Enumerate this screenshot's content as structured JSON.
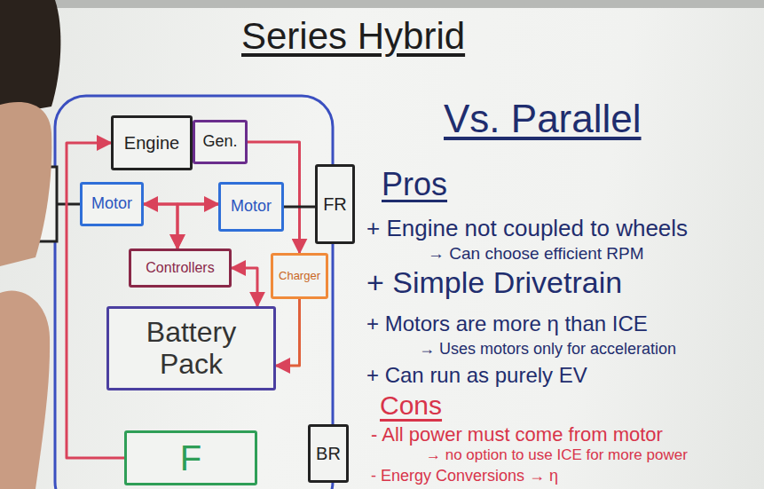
{
  "diagram": {
    "title": "Series Hybrid",
    "nodes": [
      {
        "text": [
          "Engine"
        ]
      },
      {
        "text": [
          "Gen."
        ]
      },
      {
        "text": [
          "Motor"
        ]
      },
      {
        "text": [
          "Motor"
        ]
      },
      {
        "text": [
          "FR"
        ]
      },
      {
        "text": [
          "Controllers"
        ]
      },
      {
        "text": [
          "Charger"
        ]
      },
      {
        "text": [
          "Battery Pack"
        ]
      },
      {
        "text": [
          "F"
        ]
      },
      {
        "text": [
          "BR"
        ]
      }
    ],
    "edges": [
      {
        "from": 8,
        "to": 0,
        "arrow": "to"
      },
      {
        "from": 1,
        "to": 6,
        "arrow": "to"
      },
      {
        "from": 6,
        "to": 7,
        "arrow": "to"
      },
      {
        "from": 2,
        "to": 3,
        "arrow": "both"
      },
      {
        "from": 2,
        "to": 5,
        "arrow": "to"
      },
      {
        "from": 3,
        "to": 5,
        "arrow": "to"
      },
      {
        "from": 5,
        "to": 7,
        "arrow": "both"
      },
      {
        "from": 3,
        "to": 4,
        "arrow": "none"
      }
    ],
    "labels": [
      "Vs. Parallel",
      "Pros",
      "+ Engine not coupled to wheels",
      "→ Can choose efficient RPM",
      "+ Simple Drivetrain",
      "+ Motors are more η than ICE",
      "→ Uses motors only for acceleration",
      "+ Can run as purely EV",
      "Cons",
      "- All power must come from motor",
      "→ no option to use ICE for more power",
      "- Energy Conversions → η"
    ]
  }
}
